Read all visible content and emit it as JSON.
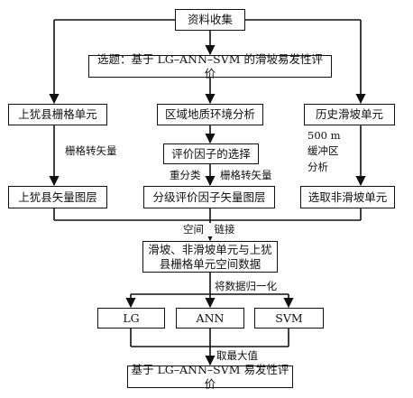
{
  "nodes": {
    "collect": "资料收集",
    "topic": "选题：基于 LG–ANN–SVM 的滑坡易发性评价",
    "grid_units": "上犹县栅格单元",
    "geo_analysis": "区域地质环境分析",
    "history_units": "历史滑坡单元",
    "factor_select": "评价因子的选择",
    "vector_layer": "上犹县矢量图层",
    "graded_factors": "分级评价因子矢量图层",
    "non_landslide": "选取非滑坡单元",
    "spatial_data_line1": "滑坡、非滑坡单元与上犹",
    "spatial_data_line2": "县栅格单元空间数据",
    "lg": "LG",
    "ann": "ANN",
    "svm": "SVM",
    "final": "基于 LG–ANN–SVM 易发性评价"
  },
  "labels": {
    "raster_to_vector_left": "栅格转矢量",
    "reclassify": "重分类",
    "raster_to_vector_mid": "栅格转矢量",
    "buffer_line1": "500 m",
    "buffer_line2": "缓冲区",
    "buffer_line3": "分析",
    "spatial_link": "空间　链接",
    "normalize": "将数据归一化",
    "take_max": "取最大值"
  }
}
